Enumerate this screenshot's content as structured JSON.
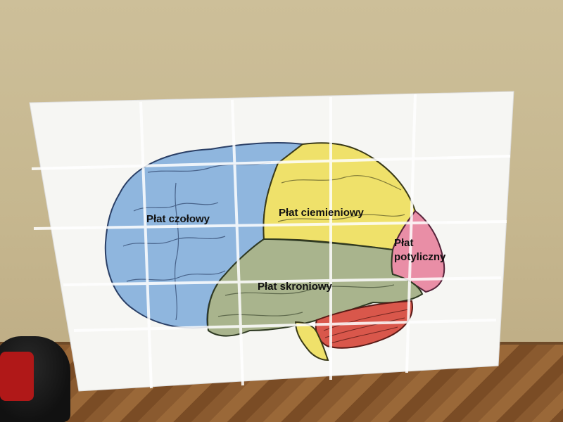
{
  "poster": {
    "labels": {
      "frontal": "Płat czołowy",
      "parietal": "Płat ciemieniowy",
      "occipital_line1": "Płat",
      "occipital_line2": "potyliczny",
      "temporal": "Płat skroniowy"
    }
  },
  "colors": {
    "frontal": "#8fb6de",
    "parietal": "#efe16a",
    "occipital": "#e98ea6",
    "temporal": "#a9b48d",
    "cerebellum": "#d9574b",
    "brainstem": "#efe16a",
    "paper": "#f6f6f3"
  }
}
